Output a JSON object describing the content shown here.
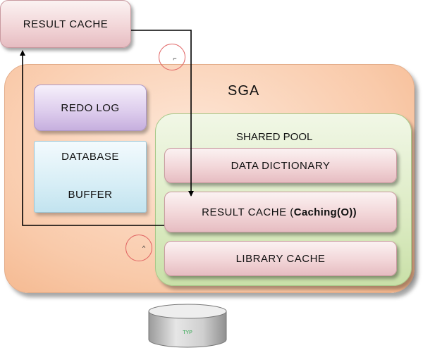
{
  "diagram": {
    "result_cache_top": "RESULT CACHE",
    "sga_label": "SGA",
    "redo_log": "REDO LOG",
    "database_buffer_line1": "DATABASE",
    "database_buffer_line2": "BUFFER",
    "shared_pool_label": "SHARED POOL",
    "data_dictionary": "DATA DICTIONARY",
    "result_cache_inner": "RESULT CACHE (",
    "result_cache_inner_bold": "Caching(O))",
    "library_cache": "LIBRARY CACHE",
    "circle_upper_mark": "⌐",
    "circle_lower_mark": "^",
    "disk_label": "TYP"
  },
  "colors": {
    "sga": "#f9caaa",
    "shared_pool": "#dcebc3",
    "cache_box": "#f2d6d8",
    "redo_log": "#dccbec",
    "database_buffer": "#d7eef6",
    "arrow": "#000000",
    "circle": "#e06060",
    "disk_text": "#2aa64a"
  }
}
